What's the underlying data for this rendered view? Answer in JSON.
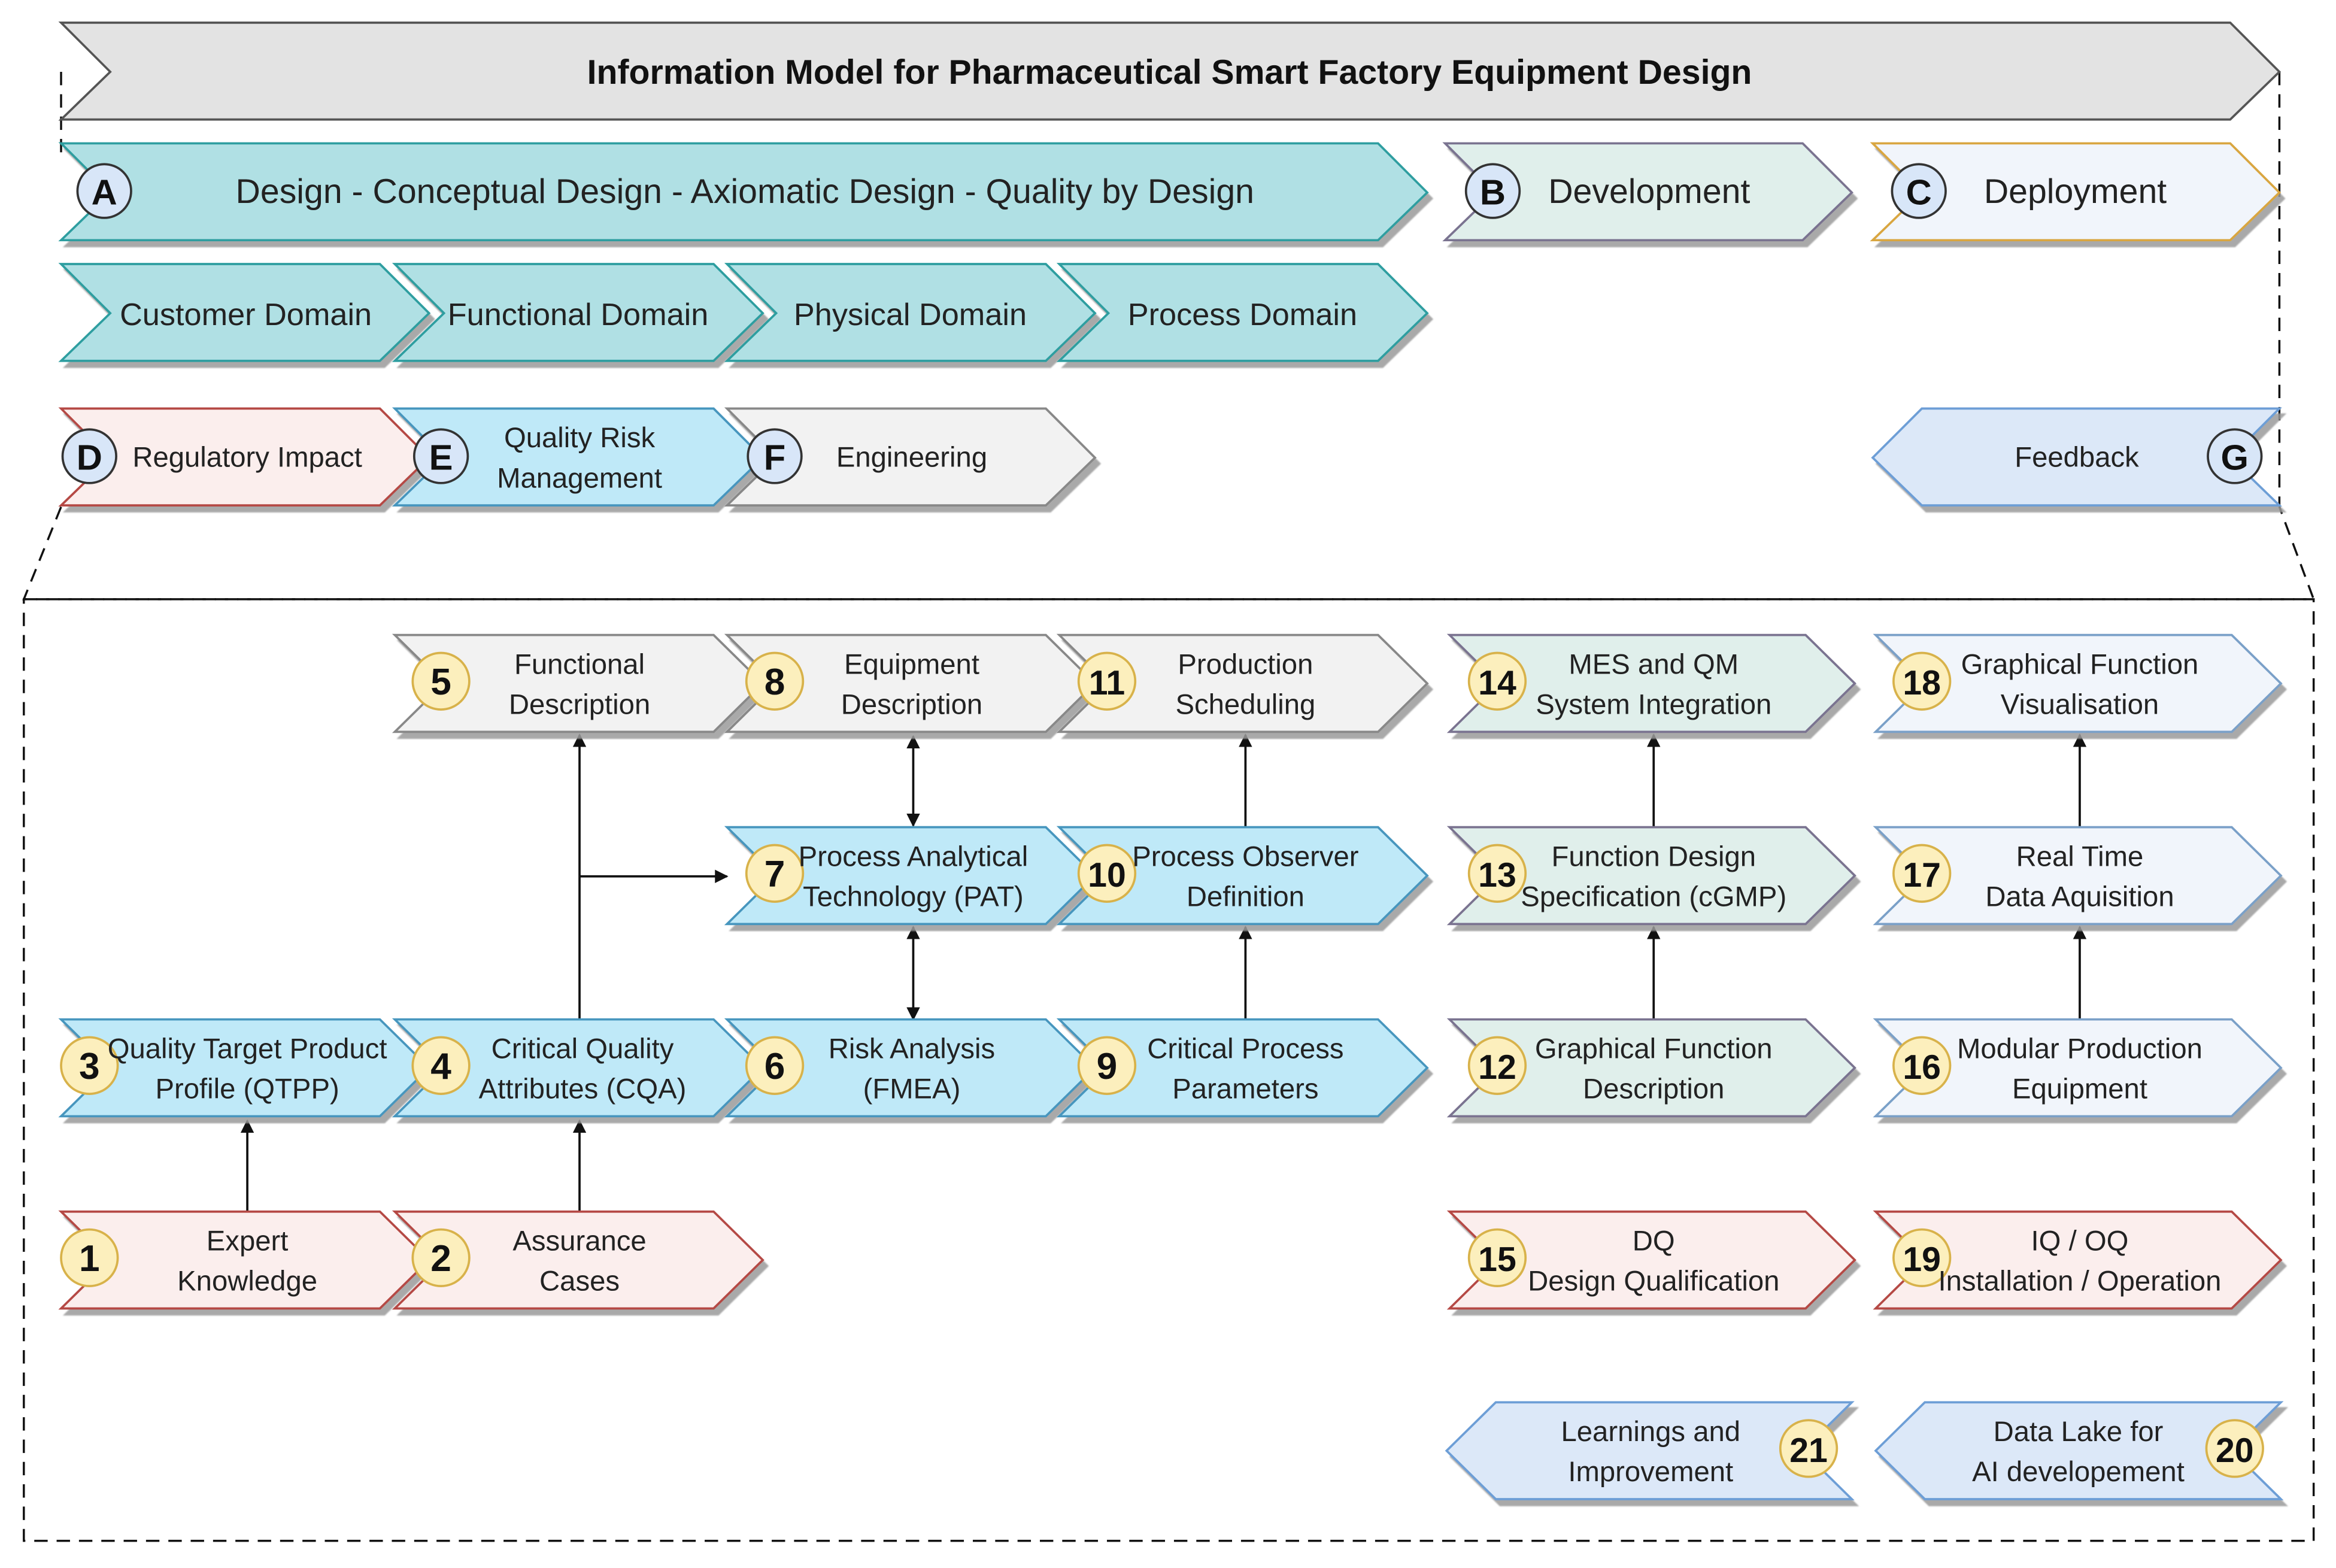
{
  "title": "Information Model for Pharmaceutical Smart Factory Equipment Design",
  "colors": {
    "title_fill": "#e3e3e3",
    "title_stroke": "#555555",
    "teal_fill": "#b0e0e4",
    "teal_stroke": "#2f9ea0",
    "mint_fill": "#e0efeb",
    "mint_stroke": "#7a7390",
    "ice_fill": "#f1f5fb",
    "ice_stroke": "#7aa0c8",
    "gold_stroke": "#d9a640",
    "pink_fill": "#fbeeed",
    "pink_stroke": "#b54a44",
    "cyan_fill": "#bfe9f8",
    "cyan_stroke": "#4796be",
    "gray_fill": "#f2f2f2",
    "gray_stroke": "#888888",
    "blue_fill": "#dce8f8",
    "blue_stroke": "#6d9ed6",
    "letter_badge_fill": "#d8e6f8",
    "number_badge_fill": "#fcefbd",
    "number_badge_stroke": "#d8b24a",
    "shadow": "#9a9a9a",
    "text": "#222222",
    "line": "#111111"
  },
  "phases": {
    "design": {
      "badge": "A",
      "label": "Design - Conceptual Design - Axiomatic Design - Quality by Design",
      "icon": "phase-chevron-icon"
    },
    "development": {
      "badge": "B",
      "label": "Development",
      "icon": "phase-chevron-icon"
    },
    "deployment": {
      "badge": "C",
      "label": "Deployment",
      "icon": "phase-chevron-icon"
    }
  },
  "domains": [
    "Customer Domain",
    "Functional Domain",
    "Physical Domain",
    "Process Domain"
  ],
  "swimlanes": {
    "regulatory": {
      "badge": "D",
      "label": "Regulatory Impact"
    },
    "quality_risk": {
      "badge": "E",
      "line1": "Quality Risk",
      "line2": "Management"
    },
    "engineering": {
      "badge": "F",
      "label": "Engineering"
    },
    "feedback": {
      "badge": "G",
      "label": "Feedback"
    }
  },
  "nodes": {
    "n1": {
      "number": "1",
      "line1": "Expert",
      "line2": "Knowledge"
    },
    "n2": {
      "number": "2",
      "line1": "Assurance",
      "line2": "Cases"
    },
    "n3": {
      "number": "3",
      "line1": "Quality Target Product",
      "line2": "Profile (QTPP)"
    },
    "n4": {
      "number": "4",
      "line1": "Critical Quality",
      "line2": "Attributes (CQA)"
    },
    "n5": {
      "number": "5",
      "line1": "Functional",
      "line2": "Description"
    },
    "n6": {
      "number": "6",
      "line1": "Risk Analysis",
      "line2": "(FMEA)"
    },
    "n7": {
      "number": "7",
      "line1": "Process Analytical",
      "line2": "Technology (PAT)"
    },
    "n8": {
      "number": "8",
      "line1": "Equipment",
      "line2": "Description"
    },
    "n9": {
      "number": "9",
      "line1": "Critical Process",
      "line2": "Parameters"
    },
    "n10": {
      "number": "10",
      "line1": "Process Observer",
      "line2": "Definition"
    },
    "n11": {
      "number": "11",
      "line1": "Production",
      "line2": "Scheduling"
    },
    "n12": {
      "number": "12",
      "line1": "Graphical Function",
      "line2": "Description"
    },
    "n13": {
      "number": "13",
      "line1": "Function Design",
      "line2": "Specification (cGMP)"
    },
    "n14": {
      "number": "14",
      "line1": "MES and QM",
      "line2": "System Integration"
    },
    "n15": {
      "number": "15",
      "line1": "DQ",
      "line2": "Design Qualification"
    },
    "n16": {
      "number": "16",
      "line1": "Modular Production",
      "line2": "Equipment"
    },
    "n17": {
      "number": "17",
      "line1": "Real Time",
      "line2": "Data Aquisition"
    },
    "n18": {
      "number": "18",
      "line1": "Graphical Function",
      "line2": "Visualisation"
    },
    "n19": {
      "number": "19",
      "line1": "IQ / OQ",
      "line2": "Installation / Operation"
    },
    "n20": {
      "number": "20",
      "line1": "Data Lake for",
      "line2": "AI developement"
    },
    "n21": {
      "number": "21",
      "line1": "Learnings and",
      "line2": "Improvement"
    }
  }
}
